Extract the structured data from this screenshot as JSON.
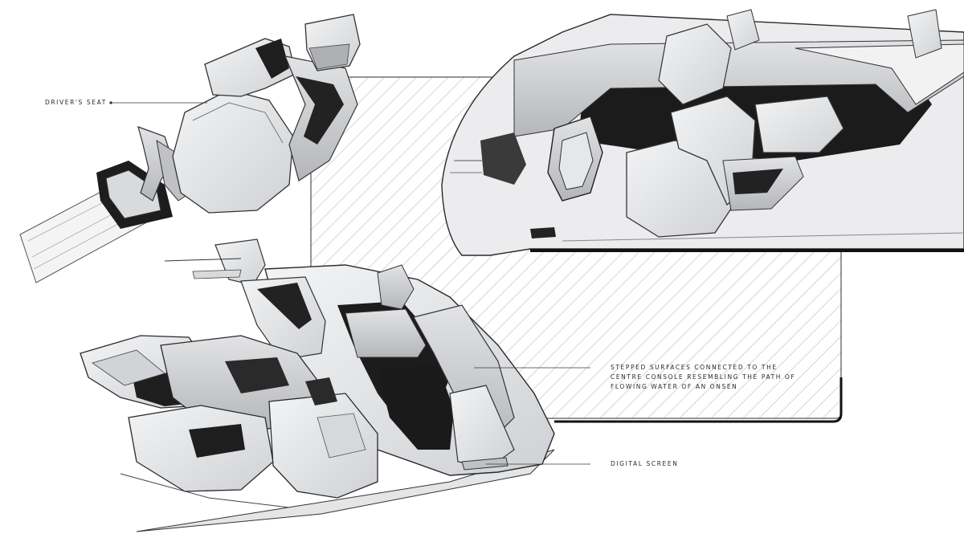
{
  "annotations": {
    "drivers_seat": "DRIVER'S SEAT",
    "stepped_surfaces": [
      "STEPPED SURFACES CONNECTED TO THE",
      "CENTRE CONSOLE RESEMBLING THE PATH OF",
      "FLOWING WATER OF AN ONSEN"
    ],
    "digital_screen": "DIGITAL SCREEN"
  },
  "colors": {
    "panel_stripes": "#bdbdbd",
    "surface_light": "#e9eaec",
    "surface_mid": "#c9cbce",
    "shadow_dark": "#1c1c1c",
    "outline": "#3a3a3a"
  }
}
